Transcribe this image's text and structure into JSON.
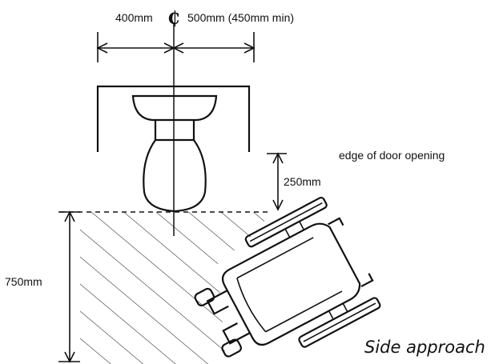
{
  "title": "Side approach",
  "dimensions": {
    "left_width": "400mm",
    "centerline_symbol": "₵",
    "right_width": "500mm (450mm min)",
    "door_offset": "250mm",
    "depth": "750mm"
  },
  "labels": {
    "door_edge": "edge of door opening"
  }
}
